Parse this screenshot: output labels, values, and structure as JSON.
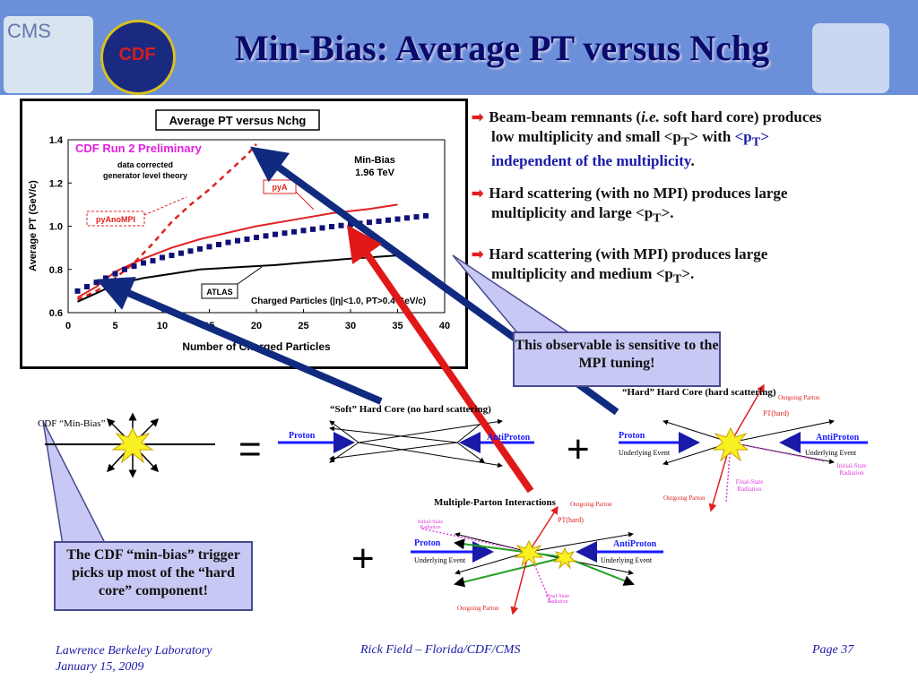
{
  "header": {
    "title": "Min-Bias: Average PT versus Nchg",
    "cms_logo": "CMS",
    "cdf_logo": "CDF"
  },
  "chart_data": {
    "type": "line",
    "title": "Average PT versus Nchg",
    "xlabel": "Number of Charged Particles",
    "ylabel": "Average PT (GeV/c)",
    "xlim": [
      0,
      40
    ],
    "ylim": [
      0.6,
      1.4
    ],
    "xticks": [
      0,
      5,
      10,
      15,
      20,
      25,
      30,
      35,
      40
    ],
    "yticks": [
      "0.6",
      "0.8",
      "1.0",
      "1.2",
      "1.4"
    ],
    "annotations": {
      "run": "CDF Run 2 Preliminary",
      "corrected": "data corrected",
      "theory": "generator level theory",
      "minbias": "Min-Bias",
      "energy": "1.96 TeV",
      "cuts": "Charged Particles (|η|<1.0, PT>0.4 GeV/c)"
    },
    "series": [
      {
        "name": "pyA",
        "style": "solid",
        "color": "#e02020",
        "x": [
          1,
          3,
          5,
          8,
          11,
          14,
          17,
          20,
          24,
          28,
          32,
          35
        ],
        "y": [
          0.67,
          0.72,
          0.79,
          0.85,
          0.9,
          0.94,
          0.97,
          1.0,
          1.03,
          1.06,
          1.08,
          1.1
        ]
      },
      {
        "name": "pyAnoMPI",
        "style": "dashed",
        "color": "#e02020",
        "x": [
          1,
          3,
          5,
          7,
          9,
          11,
          13,
          15,
          17,
          19,
          20
        ],
        "y": [
          0.66,
          0.7,
          0.76,
          0.83,
          0.92,
          1.02,
          1.1,
          1.17,
          1.25,
          1.33,
          1.38
        ]
      },
      {
        "name": "ATLAS",
        "style": "solid",
        "color": "#000000",
        "x": [
          1,
          3,
          5,
          8,
          11,
          14,
          18,
          22,
          26,
          30,
          35
        ],
        "y": [
          0.65,
          0.69,
          0.73,
          0.76,
          0.78,
          0.8,
          0.81,
          0.82,
          0.835,
          0.85,
          0.865
        ]
      },
      {
        "name": "CDF data",
        "style": "markers",
        "color": "#101078",
        "x": [
          1,
          2,
          3,
          4,
          5,
          6,
          7,
          8,
          9,
          10,
          11,
          12,
          13,
          14,
          15,
          16,
          17,
          18,
          19,
          20,
          21,
          22,
          23,
          24,
          25,
          26,
          27,
          28,
          29,
          30,
          31,
          32,
          33,
          34,
          35,
          36,
          37,
          38
        ],
        "y": [
          0.7,
          0.72,
          0.74,
          0.76,
          0.78,
          0.8,
          0.815,
          0.83,
          0.84,
          0.855,
          0.865,
          0.875,
          0.885,
          0.895,
          0.905,
          0.915,
          0.925,
          0.933,
          0.94,
          0.948,
          0.955,
          0.962,
          0.968,
          0.974,
          0.98,
          0.986,
          0.992,
          0.998,
          1.003,
          1.008,
          1.013,
          1.018,
          1.023,
          1.028,
          1.033,
          1.038,
          1.043,
          1.048
        ]
      }
    ]
  },
  "bullets": [
    {
      "pre": "Beam-beam remnants (",
      "it": "i.e.",
      "mid": " soft hard core) produces",
      "line2": "low multiplicity and small <p",
      "sub": "T",
      "line2b": "> with ",
      "blue1": "<p",
      "bsub": "T",
      "blue2": ">",
      "line3": "independent of the multiplicity",
      "end": "."
    },
    {
      "line1": "Hard scattering (with no MPI) produces large",
      "line2": "multiplicity and large <p",
      "sub": "T",
      "end": ">."
    },
    {
      "line1": "Hard scattering (with MPI) produces large",
      "line2": "multiplicity and medium <p",
      "sub": "T",
      "end": ">."
    }
  ],
  "callouts": {
    "mpi": "This observable is sensitive to the MPI tuning!",
    "cdf": "The CDF “min-bias” trigger picks up most of the “hard core” component!"
  },
  "diagrams": {
    "minbias_label": "CDF “Min-Bias”",
    "soft_label": "“Soft” Hard Core (no hard scattering)",
    "hard_label": "“Hard” Hard Core (hard scattering)",
    "mpi_label": "Multiple-Parton Interactions",
    "proton": "Proton",
    "antiproton": "AntiProton",
    "underlying": "Underlying Event",
    "outgoing": "Outgoing Parton",
    "pt_hard": "PT(hard)",
    "isr": "Initial-State Radiation",
    "fsr": "Final-State Radiation",
    "equals": "=",
    "plus": "+"
  },
  "footer": {
    "lab": "Lawrence Berkeley Laboratory",
    "date": "January 15, 2009",
    "author": "Rick Field – Florida/CDF/CMS",
    "page": "Page 37"
  }
}
